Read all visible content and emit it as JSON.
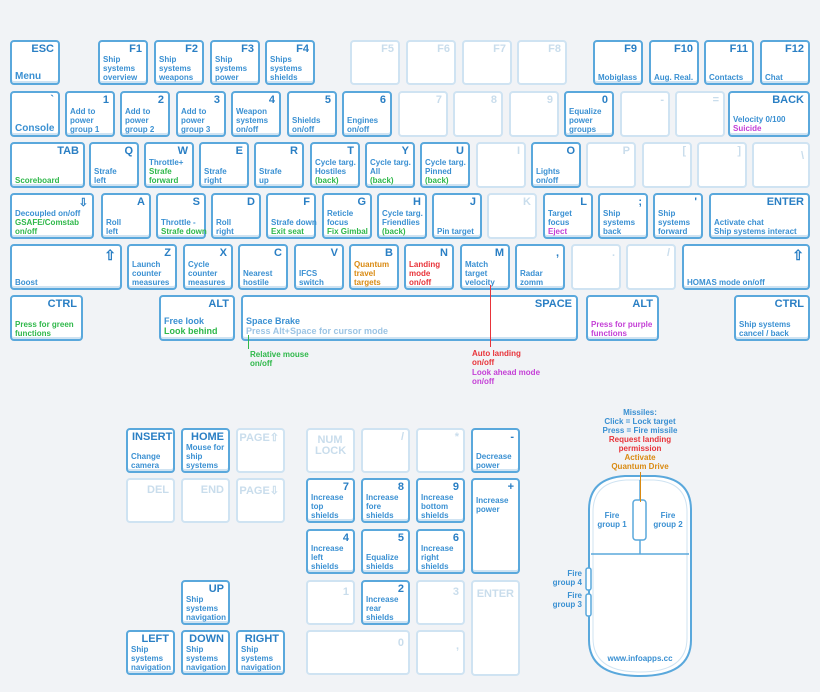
{
  "keys": {
    "esc": {
      "label": "ESC",
      "desc": "Menu"
    },
    "f1": {
      "label": "F1",
      "desc": "Ship systems overview"
    },
    "f2": {
      "label": "F2",
      "desc": "Ship systems weapons"
    },
    "f3": {
      "label": "F3",
      "desc": "Ship systems power"
    },
    "f4": {
      "label": "F4",
      "desc": "Ships systems shields"
    },
    "f5": {
      "label": "F5"
    },
    "f6": {
      "label": "F6"
    },
    "f7": {
      "label": "F7"
    },
    "f8": {
      "label": "F8"
    },
    "f9": {
      "label": "F9",
      "desc": "Mobiglass"
    },
    "f10": {
      "label": "F10",
      "desc": "Aug. Real."
    },
    "f11": {
      "label": "F11",
      "desc": "Contacts"
    },
    "f12": {
      "label": "F12",
      "desc": "Chat"
    },
    "grave": {
      "label": "`",
      "desc": "Console"
    },
    "k1": {
      "label": "1",
      "desc": "Add to power group 1"
    },
    "k2": {
      "label": "2",
      "desc": "Add to power group 2"
    },
    "k3": {
      "label": "3",
      "desc": "Add to power group 3"
    },
    "k4": {
      "label": "4",
      "desc": "Weapon systems on/off"
    },
    "k5": {
      "label": "5",
      "desc": "Shields on/off"
    },
    "k6": {
      "label": "6",
      "desc": "Engines on/off"
    },
    "k7": {
      "label": "7"
    },
    "k8": {
      "label": "8"
    },
    "k9": {
      "label": "9"
    },
    "k0": {
      "label": "0",
      "desc": "Equalize power groups"
    },
    "minus": {
      "label": "-"
    },
    "equals": {
      "label": "="
    },
    "back": {
      "label": "BACK",
      "desc": "Velocity 0/100",
      "desc2": "Suicide"
    },
    "tab": {
      "label": "TAB",
      "desc": "Scoreboard"
    },
    "q": {
      "label": "Q",
      "desc": "Strafe left"
    },
    "w": {
      "label": "W",
      "desc": "Throttle+",
      "desc2": "Strafe forward"
    },
    "e": {
      "label": "E",
      "desc": "Strafe right"
    },
    "r": {
      "label": "R",
      "desc": "Strafe up"
    },
    "t": {
      "label": "T",
      "desc": "Cycle targ. Hostiles",
      "desc2": "(back)"
    },
    "y": {
      "label": "Y",
      "desc": "Cycle targ. All",
      "desc2": "(back)"
    },
    "u": {
      "label": "U",
      "desc": "Cycle targ. Pinned",
      "desc2": "(back)"
    },
    "i": {
      "label": "I"
    },
    "o": {
      "label": "O",
      "desc": "Lights on/off"
    },
    "p": {
      "label": "P"
    },
    "lbracket": {
      "label": "["
    },
    "rbracket": {
      "label": "]"
    },
    "backslash": {
      "label": "\\"
    },
    "caps": {
      "label": "⇩",
      "desc": "Decoupled on/off",
      "desc2": "GSAFE/Comstab on/off"
    },
    "a": {
      "label": "A",
      "desc": "Roll left"
    },
    "s": {
      "label": "S",
      "desc": "Throttle -",
      "desc2": "Strafe down"
    },
    "d": {
      "label": "D",
      "desc": "Roll right"
    },
    "f": {
      "label": "F",
      "desc": "Strafe down",
      "desc2": "Exit seat"
    },
    "g": {
      "label": "G",
      "desc": "Reticle focus",
      "desc2": "Fix Gimbal"
    },
    "h": {
      "label": "H",
      "desc": "Cycle targ. Friendlies",
      "desc2": "(back)"
    },
    "j": {
      "label": "J",
      "desc": "Pin target"
    },
    "k": {
      "label": "K"
    },
    "l": {
      "label": "L",
      "desc": "Target focus",
      "desc2": "Eject"
    },
    "semicolon": {
      "label": ";",
      "desc": "Ship systems back"
    },
    "quote": {
      "label": "'",
      "desc": "Ship systems forward"
    },
    "enter": {
      "label": "ENTER",
      "desc": "Activate chat",
      "desc2": "Ship systems interact"
    },
    "lshift": {
      "label": "⇧",
      "desc": "Boost"
    },
    "z": {
      "label": "Z",
      "desc": "Launch counter measures"
    },
    "x": {
      "label": "X",
      "desc": "Cycle counter measures"
    },
    "c": {
      "label": "C",
      "desc": "Nearest hostile"
    },
    "v": {
      "label": "V",
      "desc": "IFCS switch"
    },
    "b": {
      "label": "B",
      "desc": "Quantum travel targets"
    },
    "n": {
      "label": "N",
      "desc": "Landing mode on/off"
    },
    "m": {
      "label": "M",
      "desc": "Match target velocity"
    },
    "comma": {
      "label": ",",
      "desc": "Radar zomm"
    },
    "period": {
      "label": "."
    },
    "slash": {
      "label": "/"
    },
    "rshift": {
      "label": "⇧",
      "desc": "HOMAS mode on/off"
    },
    "lctrl": {
      "label": "CTRL",
      "desc": "Press for green functions"
    },
    "lalt": {
      "label": "ALT",
      "desc": "Free look",
      "desc2": "Look behind"
    },
    "space": {
      "label": "SPACE",
      "desc": "Space Brake",
      "desc2": "Press Alt+Space for cursor mode"
    },
    "ralt": {
      "label": "ALT",
      "desc": "Press for purple functions"
    },
    "rctrl": {
      "label": "CTRL",
      "desc": "Ship systems cancel / back"
    },
    "insert": {
      "label": "INSERT",
      "desc": "Change camera"
    },
    "home": {
      "label": "HOME",
      "desc": "Mouse for ship systems"
    },
    "pgup": {
      "label": "PAGE⇧"
    },
    "del": {
      "label": "DEL"
    },
    "end": {
      "label": "END"
    },
    "pgdn": {
      "label": "PAGE⇩"
    },
    "up": {
      "label": "UP",
      "desc": "Ship systems navigation"
    },
    "left": {
      "label": "LEFT",
      "desc": "Ship systems navigation"
    },
    "down": {
      "label": "DOWN",
      "desc": "Ship systems navigation"
    },
    "right": {
      "label": "RIGHT",
      "desc": "Ship systems navigation"
    },
    "numlock": {
      "label": "NUM LOCK"
    },
    "npdiv": {
      "label": "/"
    },
    "npmul": {
      "label": "*"
    },
    "npminus": {
      "label": "-",
      "desc": "Decrease power"
    },
    "np7": {
      "label": "7",
      "desc": "Increase top shields"
    },
    "np8": {
      "label": "8",
      "desc": "Increase fore shields"
    },
    "np9": {
      "label": "9",
      "desc": "Increase bottom shields"
    },
    "npplus": {
      "label": "+",
      "desc": "Increase power"
    },
    "np4": {
      "label": "4",
      "desc": "Increase left shields"
    },
    "np5": {
      "label": "5",
      "desc": "Equalize shields"
    },
    "np6": {
      "label": "6",
      "desc": "Increase right shields"
    },
    "np1": {
      "label": "1"
    },
    "np2": {
      "label": "2",
      "desc": "Increase rear shields"
    },
    "np3": {
      "label": "3"
    },
    "npenter": {
      "label": "ENTER"
    },
    "np0": {
      "label": "0"
    },
    "npdot": {
      "label": ","
    }
  },
  "annotations": {
    "relative_mouse": "Relative mouse on/off",
    "auto_landing": "Auto landing on/off",
    "look_ahead": "Look ahead mode on/off"
  },
  "mouse": {
    "missiles_title": "Missiles:",
    "missiles_click": "Click = Lock target",
    "missiles_press": "Press = Fire missile",
    "request_landing": "Request landing permission",
    "activate_quantum": "Activate Quantum Drive",
    "fire_group_1": "Fire group 1",
    "fire_group_2": "Fire group 2",
    "fire_group_4": "Fire group 4",
    "fire_group_3": "Fire group 3",
    "website": "www.infoapps.cc"
  },
  "colors": {
    "key_border": "#5aa8dc",
    "text_blue": "#3a90d2",
    "green": "#2fb84a",
    "orange": "#d98a12",
    "red": "#e8343a",
    "purple": "#c43fd6"
  }
}
